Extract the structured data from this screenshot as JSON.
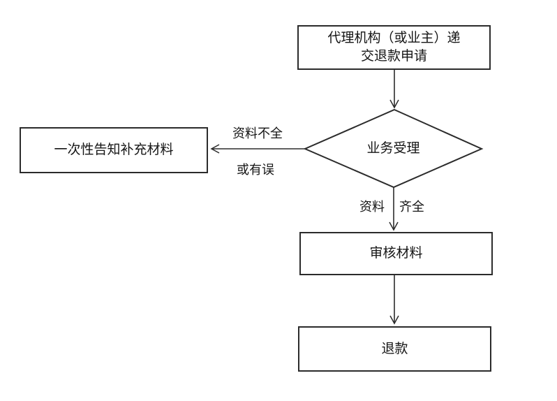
{
  "diagram": {
    "type": "flowchart",
    "background_color": "#ffffff",
    "line_color": "#2b2b2b",
    "text_color": "#151515",
    "nodes": {
      "submit": {
        "label": "代理机构（或业主）递\n交退款申请",
        "shape": "rectangle"
      },
      "accept": {
        "label": "业务受理",
        "shape": "diamond"
      },
      "notify": {
        "label": "一次性告知补充材料",
        "shape": "rectangle"
      },
      "review": {
        "label": "审核材料",
        "shape": "rectangle"
      },
      "refund": {
        "label": "退款",
        "shape": "rectangle"
      }
    },
    "edges": [
      {
        "from": "submit",
        "to": "accept",
        "label": ""
      },
      {
        "from": "accept",
        "to": "notify",
        "label": "资料不全 或有误"
      },
      {
        "from": "accept",
        "to": "review",
        "label": "资料齐全"
      },
      {
        "from": "review",
        "to": "refund",
        "label": ""
      }
    ],
    "edge_labels": {
      "incomplete_line1": "资料不全",
      "incomplete_line2": "或有误",
      "complete_left": "资料",
      "complete_right": "齐全"
    }
  }
}
